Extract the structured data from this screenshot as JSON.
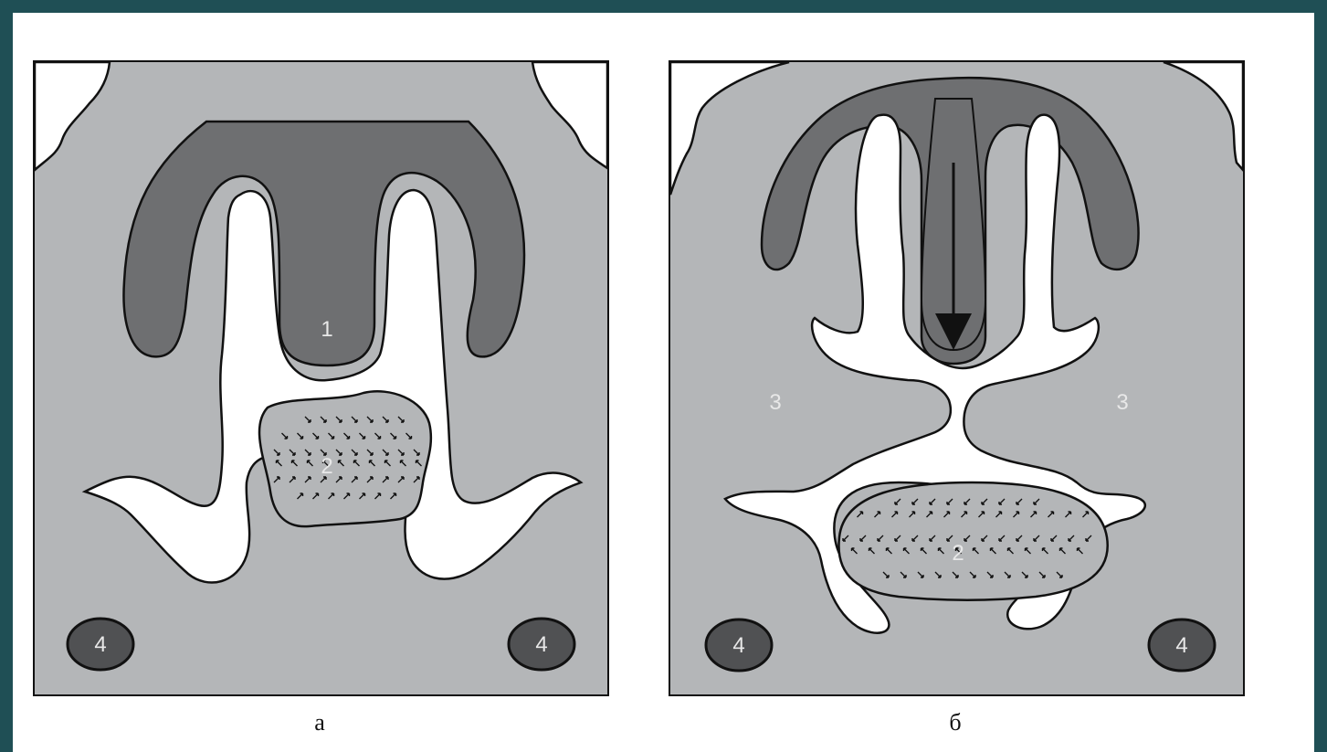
{
  "figure": {
    "panel_a": {
      "caption": "а",
      "labels": {
        "l1": "1",
        "l2": "2",
        "l4_left": "4",
        "l4_right": "4"
      }
    },
    "panel_b": {
      "caption": "б",
      "labels": {
        "l2": "2",
        "l3_left": "3",
        "l3_right": "3",
        "l4_left": "4",
        "l4_right": "4"
      }
    },
    "colors": {
      "background": "#b4b6b8",
      "dark_region": "#6e6f71",
      "label_oval": "#505153",
      "cavity": "#ffffff",
      "outline": "#111111",
      "page_border": "#1f4f55"
    }
  }
}
